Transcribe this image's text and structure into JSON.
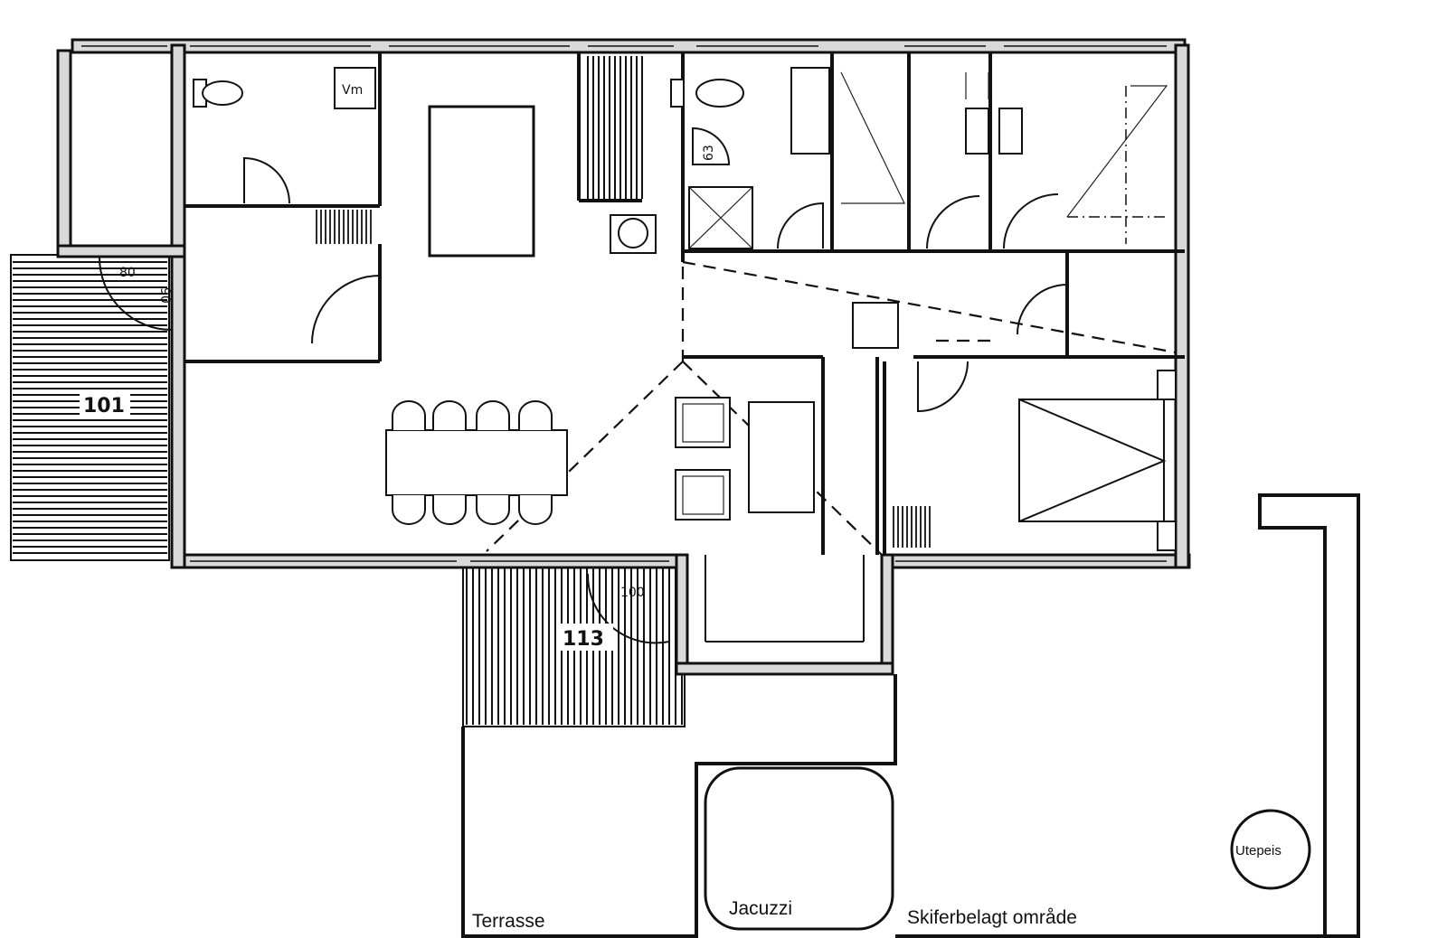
{
  "room_labels": {
    "deck_west": "101",
    "deck_south": "113",
    "door_80": "80",
    "door_90": "90",
    "door_100": "100",
    "washer": "Vm",
    "shower": "63"
  },
  "outdoor_labels": {
    "terrace": "Terrasse",
    "jacuzzi": "Jacuzzi",
    "slate_area": "Skiferbelagt område",
    "fireplace": "Utepeis"
  }
}
